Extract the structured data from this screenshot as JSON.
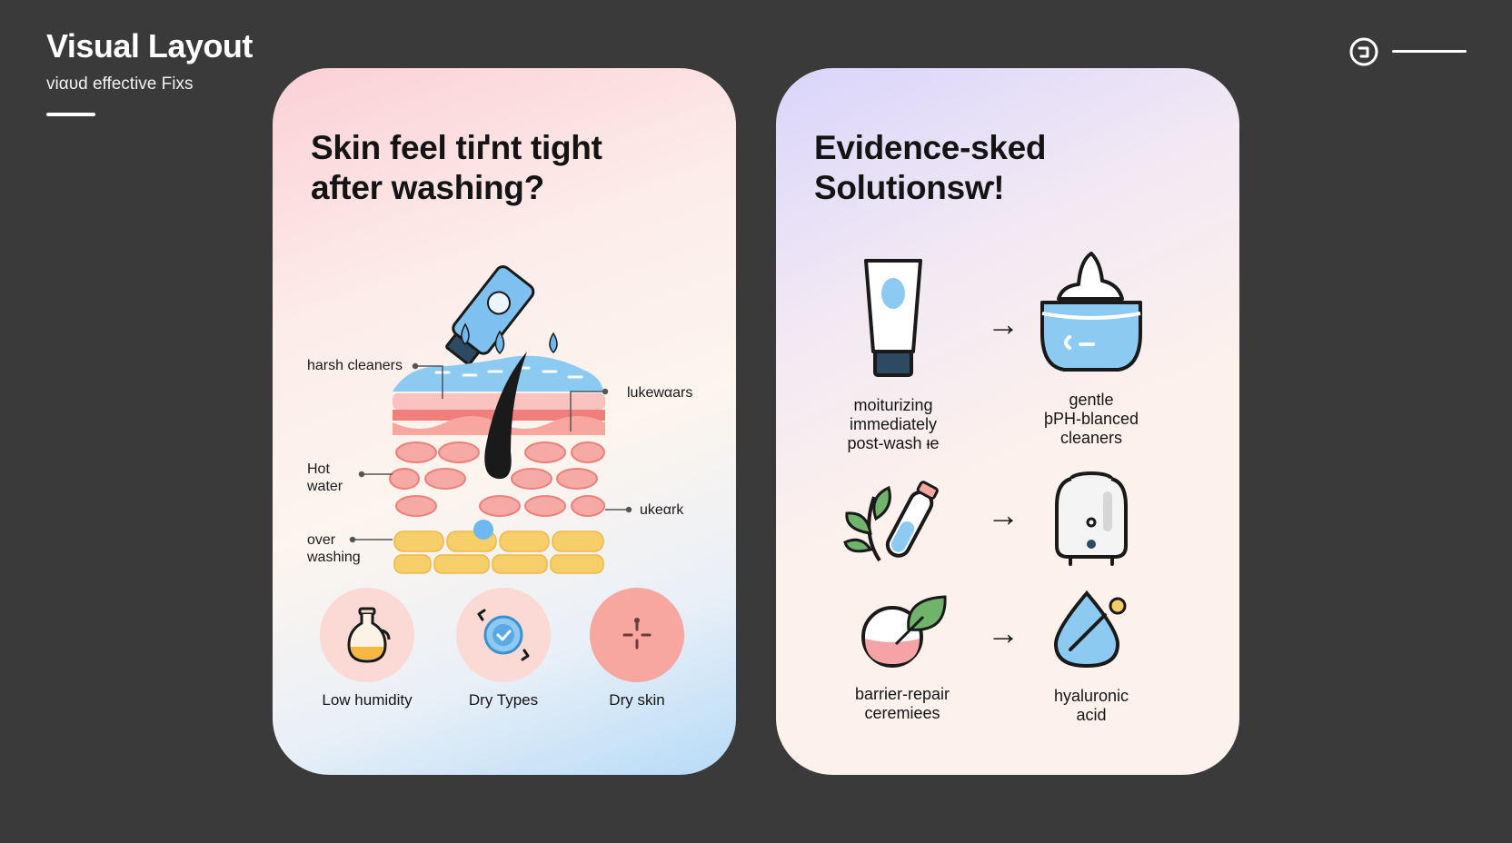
{
  "header": {
    "title": "Visual Layout",
    "subtitle": "viαυd effective Fixs"
  },
  "left_card": {
    "title_line1": "Skin feel tiґnt tight",
    "title_line2": "after washing?",
    "callouts": {
      "harsh_cleaners": "harsh cleaners",
      "lukewars": "lukewαars",
      "hot_water_1": "Hot",
      "hot_water_2": "water",
      "ukeark": "ukeαrk",
      "over_washing_1": "over",
      "over_washing_2": "washing"
    },
    "bottom_items": [
      {
        "label": "Low humidity",
        "icon": "oil-bottle-icon"
      },
      {
        "label": "Dry Types",
        "icon": "target-check-icon"
      },
      {
        "label": "Dry skin",
        "icon": "dry-skin-icon"
      }
    ]
  },
  "right_card": {
    "title_line1": "Evidence-sked",
    "title_line2": "Solutionsⱳ!",
    "solutions": [
      {
        "label_lines": [
          "moiturizing",
          "immediately",
          "post-wash ᵻe"
        ],
        "icon": "tube-icon"
      },
      {
        "label_lines": [
          "gentle",
          "þPH-blanced",
          "cleaners"
        ],
        "icon": "cream-jar-icon"
      },
      {
        "label_lines": [],
        "icon": "plant-serum-icon"
      },
      {
        "label_lines": [],
        "icon": "humidifier-icon"
      },
      {
        "label_lines": [
          "barrier-repair",
          "ceremiees"
        ],
        "icon": "barrier-cream-icon"
      },
      {
        "label_lines": [
          "hyaluronic",
          "acid"
        ],
        "icon": "water-drop-icon"
      }
    ],
    "arrow": "→"
  },
  "colors": {
    "background": "#3a3a3a",
    "accent_blue": "#6fb8ef",
    "accent_pink": "#f7a6a0",
    "accent_yellow": "#f6cf6a"
  }
}
